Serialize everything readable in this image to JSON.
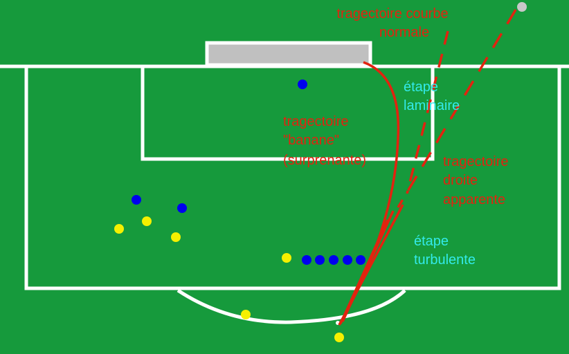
{
  "colors": {
    "pitch": "#169a3c",
    "lines": "#ffffff",
    "trajectory": "#e2230f",
    "stage_label": "#33eaea",
    "team_blue": "#0000ee",
    "team_yellow": "#f5f000",
    "ball": "#c8c8c8",
    "goal": "#c0c0c0"
  },
  "labels": {
    "curved_normal": [
      "tragectoire courbe",
      "normale"
    ],
    "banana": [
      "tragectoire",
      "\"banane\"",
      "(surprenante)"
    ],
    "straight_apparent": [
      "tragectoire",
      "droite",
      "apparente"
    ],
    "laminar_stage": [
      "étape",
      "laminaire"
    ],
    "turbulent_stage": [
      "étape",
      "turbulente"
    ]
  }
}
